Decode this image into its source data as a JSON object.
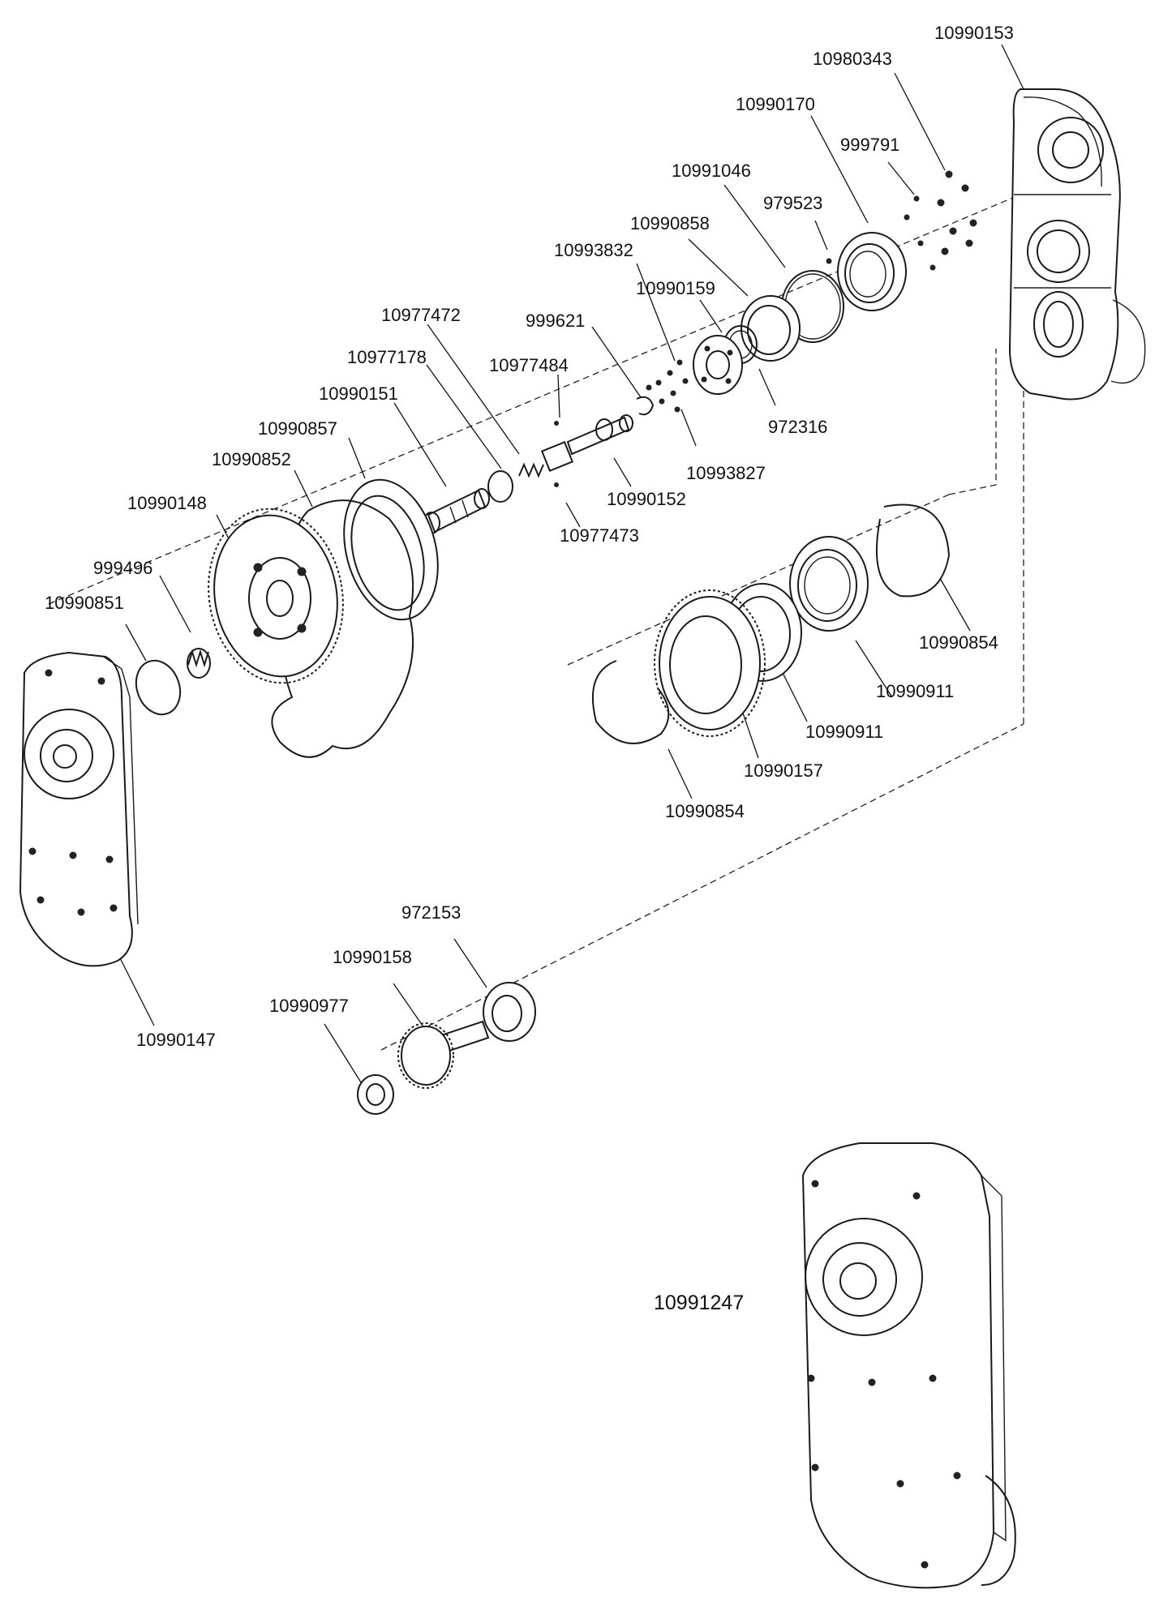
{
  "part_numbers": {
    "p10990153": "10990153",
    "p10980343": "10980343",
    "p10990170": "10990170",
    "p999791": "999791",
    "p10991046": "10991046",
    "p979523": "979523",
    "p10990858": "10990858",
    "p10993832": "10993832",
    "p10990159": "10990159",
    "p10977472": "10977472",
    "p999621": "999621",
    "p10977178": "10977178",
    "p10977484": "10977484",
    "p10990151": "10990151",
    "p972316": "972316",
    "p10990857": "10990857",
    "p10993827": "10993827",
    "p10990852": "10990852",
    "p10990152": "10990152",
    "p10990148": "10990148",
    "p10977473": "10977473",
    "p999496": "999496",
    "p10990851": "10990851",
    "p10990854a": "10990854",
    "p10990911a": "10990911",
    "p10990911b": "10990911",
    "p10990157": "10990157",
    "p10990854b": "10990854",
    "p10990147": "10990147",
    "p972153": "972153",
    "p10990158": "10990158",
    "p10990977": "10990977",
    "p10991247": "10991247"
  },
  "colors": {
    "line": "#1a1a1a",
    "background": "#ffffff"
  }
}
